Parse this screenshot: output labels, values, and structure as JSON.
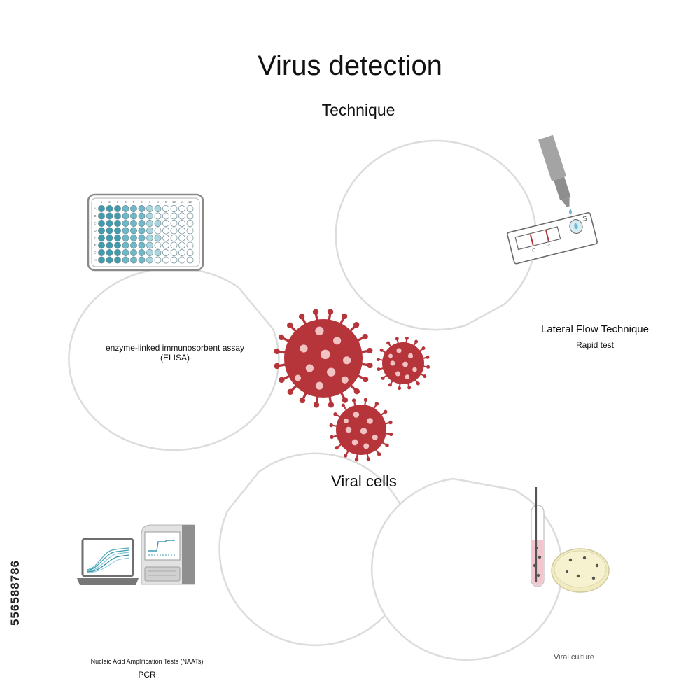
{
  "title": "Virus detection",
  "subtitle": "Technique",
  "center_label": "Viral cells",
  "techniques": {
    "elisa": {
      "line1": "enzyme-linked immunosorbent assay",
      "line2": "(ELISA)",
      "plate_cols": [
        "1",
        "2",
        "3",
        "4",
        "5",
        "6",
        "7",
        "8",
        "9",
        "10",
        "11",
        "12"
      ],
      "plate_rows": [
        "A",
        "B",
        "C",
        "D",
        "E",
        "F",
        "G",
        "H"
      ]
    },
    "lateral_flow": {
      "title": "Lateral Flow Technique",
      "subtitle": "Rapid test",
      "cassette_letter": "S"
    },
    "pcr": {
      "line1": "Nucleic Acid Amplification Tests (NAATs)",
      "line2": "PCR"
    },
    "culture": {
      "label": "Viral culture"
    }
  },
  "stock_id": "556588786",
  "colors": {
    "virus": "#b5353b",
    "virus_spots": "#f2c1c1",
    "well_teal": "#3d9cae",
    "bubble_stroke": "#dcdcdc"
  }
}
